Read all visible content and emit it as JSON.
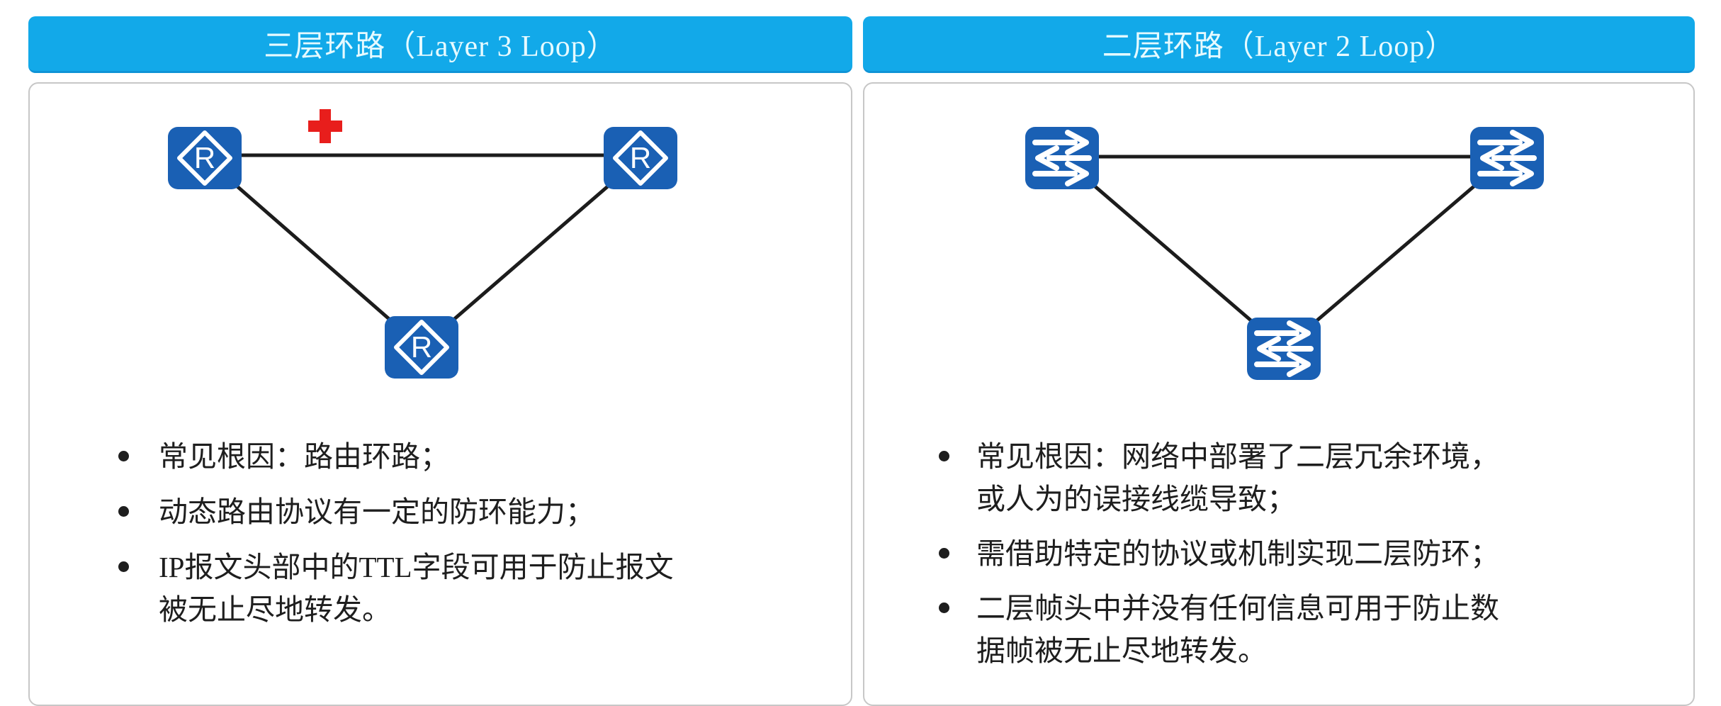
{
  "colors": {
    "header_bg": "#12A9E9",
    "header_bottom_edge": "#0E93D6",
    "header_text": "#E6FAFF",
    "device_blue": "#1A60B4",
    "device_glyph": "#FFFFFF",
    "link_line": "#1C1C1C",
    "error_cross_red": "#E81E1C",
    "card_border": "#C7C7C7",
    "body_text": "#1E1E1E",
    "page_bg": "#FFFFFF"
  },
  "icons": {
    "router_glyph": "R",
    "router_icon": "blue rounded square with white diamond outline and letter R",
    "switch_icon": "blue rounded square with three white horizontal arrows (right, left, right)",
    "error_icon": "red cross on top link"
  },
  "panels": [
    {
      "title": "三层环路（Layer 3 Loop）",
      "topology": {
        "device_type": "router",
        "device_count": 3,
        "link_count": 3,
        "shape": "triangle",
        "error_marker_on_top_link": true
      },
      "bullets": [
        {
          "lines": [
            "常见根因：路由环路；"
          ]
        },
        {
          "lines": [
            "动态路由协议有一定的防环能力；"
          ]
        },
        {
          "lines": [
            "IP报文头部中的TTL字段可用于防止报文",
            "被无止尽地转发。"
          ]
        }
      ]
    },
    {
      "title": "二层环路（Layer 2 Loop）",
      "topology": {
        "device_type": "switch",
        "device_count": 3,
        "link_count": 3,
        "shape": "triangle",
        "error_marker_on_top_link": false
      },
      "bullets": [
        {
          "lines": [
            "常见根因：网络中部署了二层冗余环境，",
            "或人为的误接线缆导致；"
          ]
        },
        {
          "lines": [
            "需借助特定的协议或机制实现二层防环；"
          ]
        },
        {
          "lines": [
            "二层帧头中并没有任何信息可用于防止数",
            "据帧被无止尽地转发。"
          ]
        }
      ]
    }
  ]
}
